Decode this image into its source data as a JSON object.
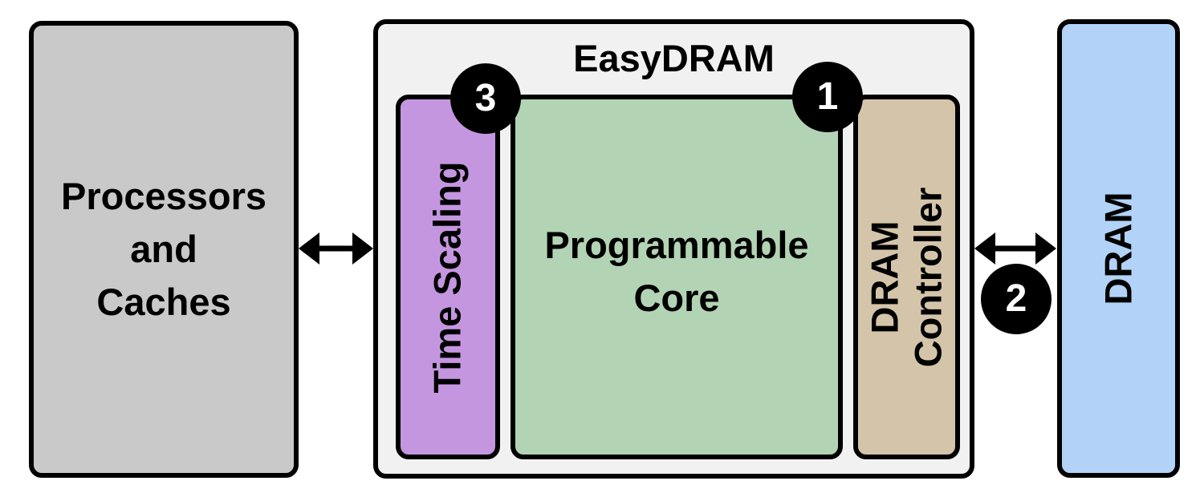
{
  "colors": {
    "processors_fill": "#c9c9c9",
    "easydram_fill": "#f1f1f1",
    "time_scaling_fill": "#c596e0",
    "programmable_core_fill": "#b3d4b4",
    "dram_controller_fill": "#d4c5aa",
    "dram_fill": "#b2d3f7",
    "stroke": "#000000"
  },
  "processors": {
    "lines": [
      "Processors",
      "and",
      "Caches"
    ]
  },
  "easydram": {
    "title": "EasyDRAM"
  },
  "time_scaling": {
    "label": "Time Scaling"
  },
  "programmable_core": {
    "lines": [
      "Programmable",
      "Core"
    ]
  },
  "dram_controller": {
    "lines": [
      "DRAM",
      "Controller"
    ]
  },
  "dram": {
    "label": "DRAM"
  },
  "badges": {
    "programmable_core": "1",
    "dram_link": "2",
    "time_scaling": "3"
  },
  "arrows": [
    {
      "from": "processors",
      "to": "easydram",
      "bidirectional": true
    },
    {
      "from": "dram_controller",
      "to": "dram",
      "bidirectional": true
    }
  ]
}
